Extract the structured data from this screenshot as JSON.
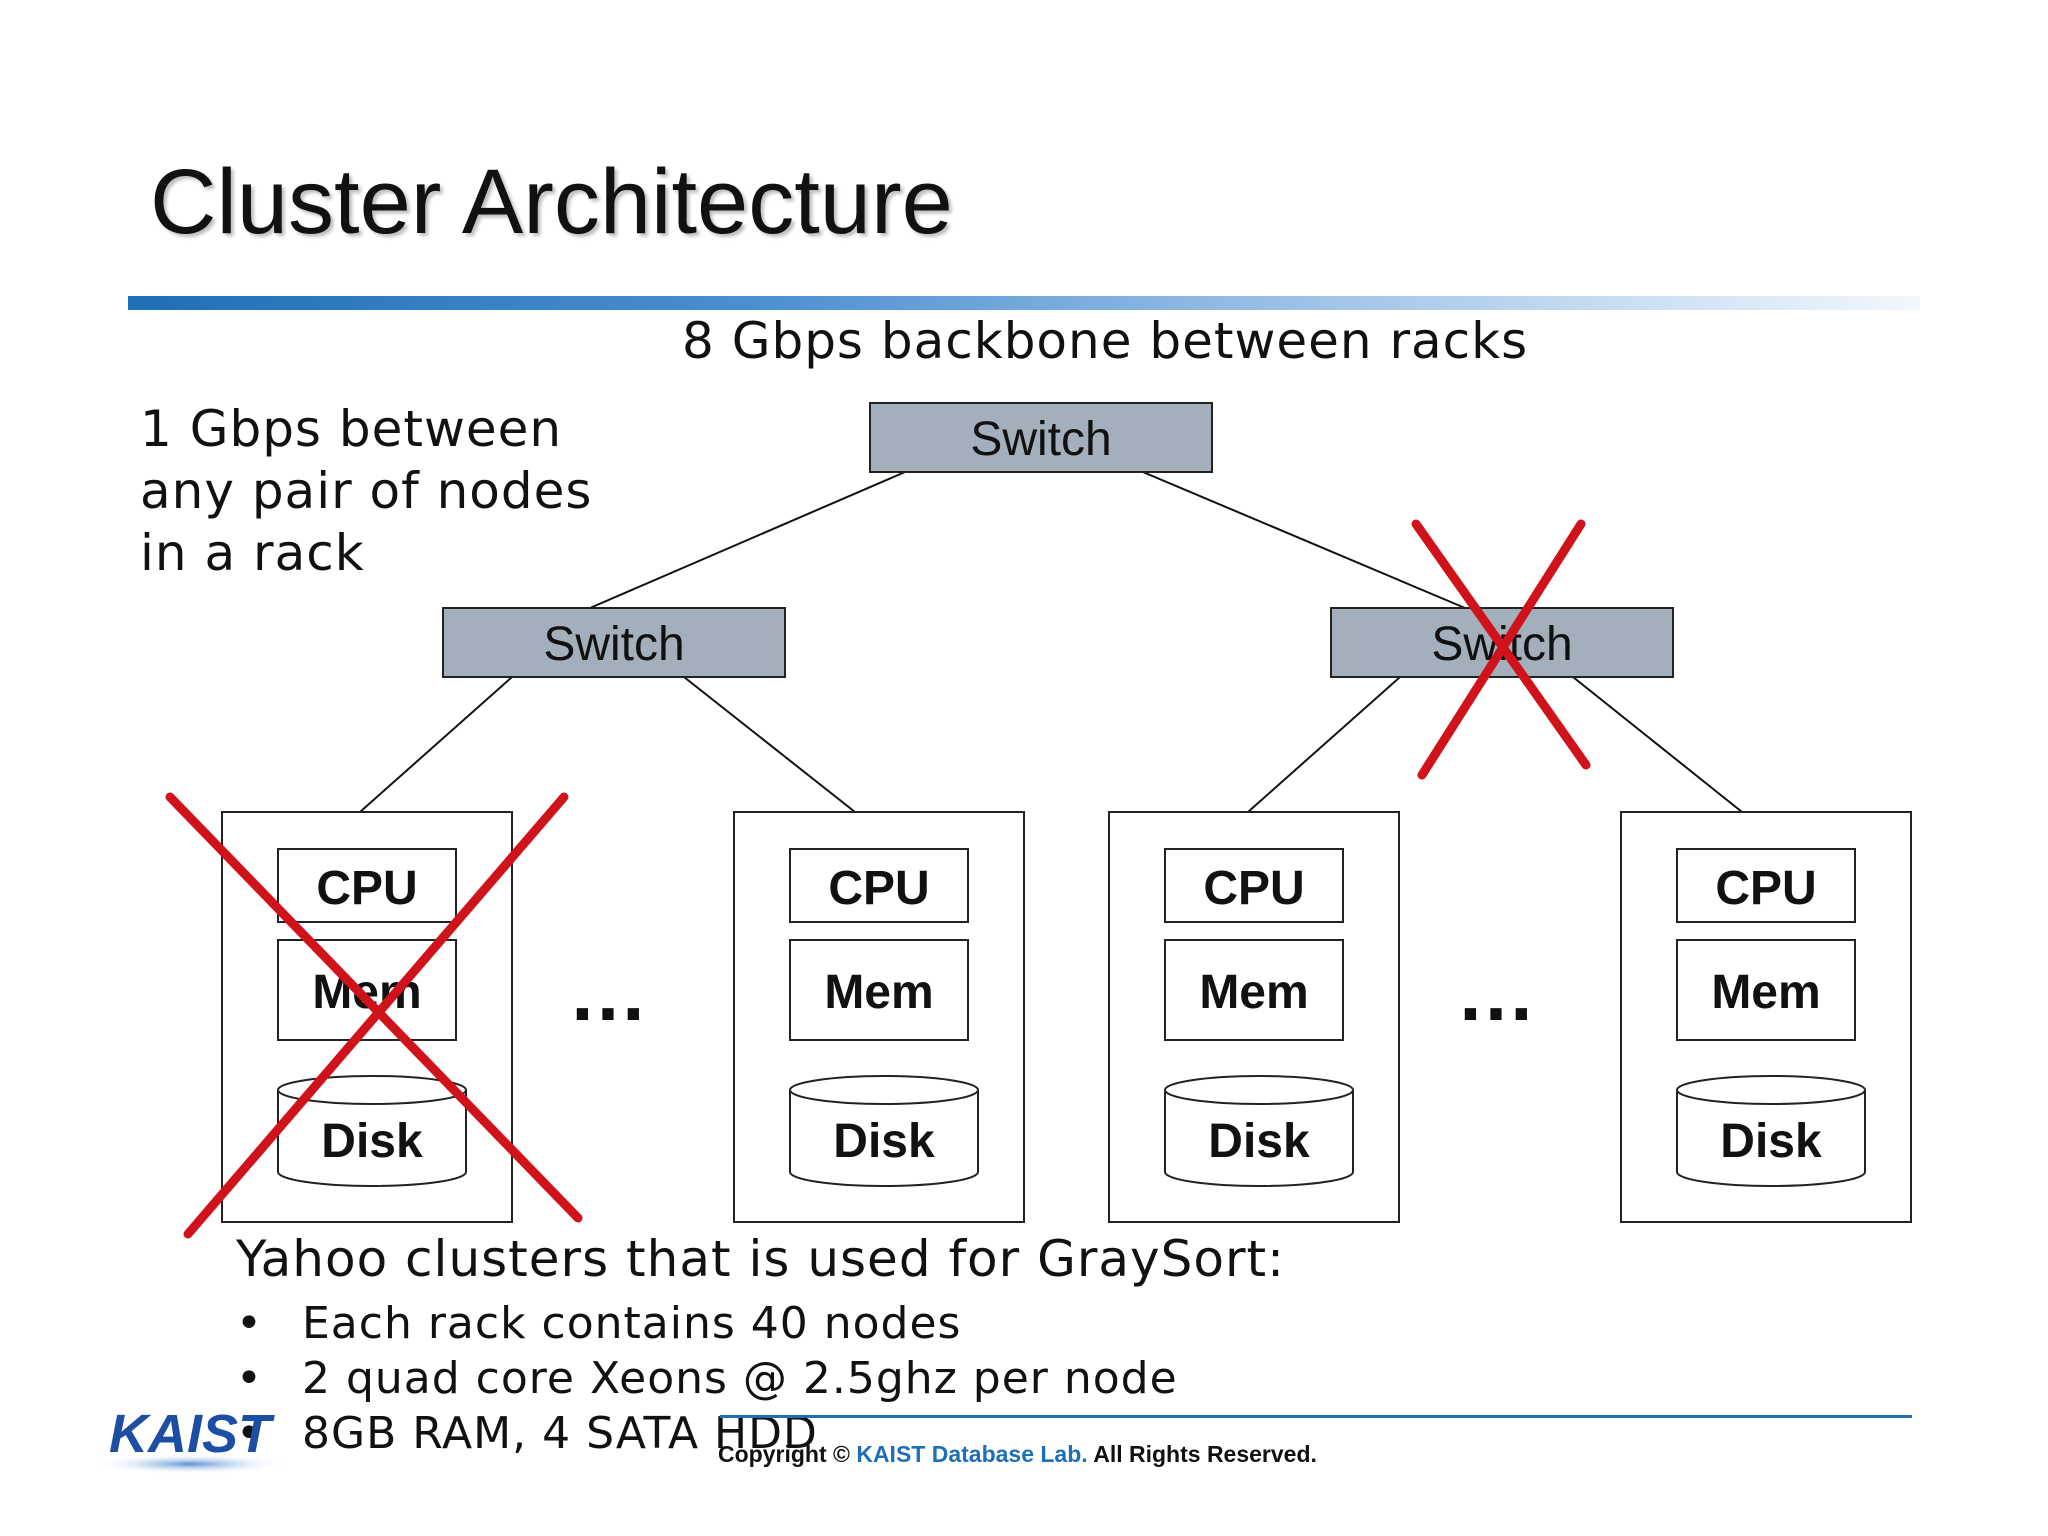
{
  "slide": {
    "title": "Cluster Architecture",
    "backbone_label": "8 Gbps backbone between racks",
    "rack_bandwidth_lines": [
      "1 Gbps between",
      "any pair of nodes",
      "in a rack"
    ]
  },
  "diagram": {
    "switch_label": "Switch",
    "cpu_label": "CPU",
    "mem_label": "Mem",
    "disk_label": "Disk",
    "ellipsis": "…",
    "failed_items": [
      "left-node",
      "right-rack-switch"
    ],
    "failure_mark_color": "#d0121b",
    "switch_fill_color": "#a3afbb"
  },
  "caption": {
    "heading": "Yahoo clusters that is used for GraySort:",
    "bullet_marker": "•",
    "bullets": [
      "Each rack contains 40 nodes",
      "2 quad core Xeons @ 2.5ghz per node",
      "8GB RAM, 4 SATA HDD"
    ]
  },
  "footer": {
    "logo_text": "KAIST",
    "copyright_prefix": "Copyright ©",
    "copyright_lab": "KAIST Database Lab.",
    "copyright_suffix": "All Rights Reserved."
  }
}
